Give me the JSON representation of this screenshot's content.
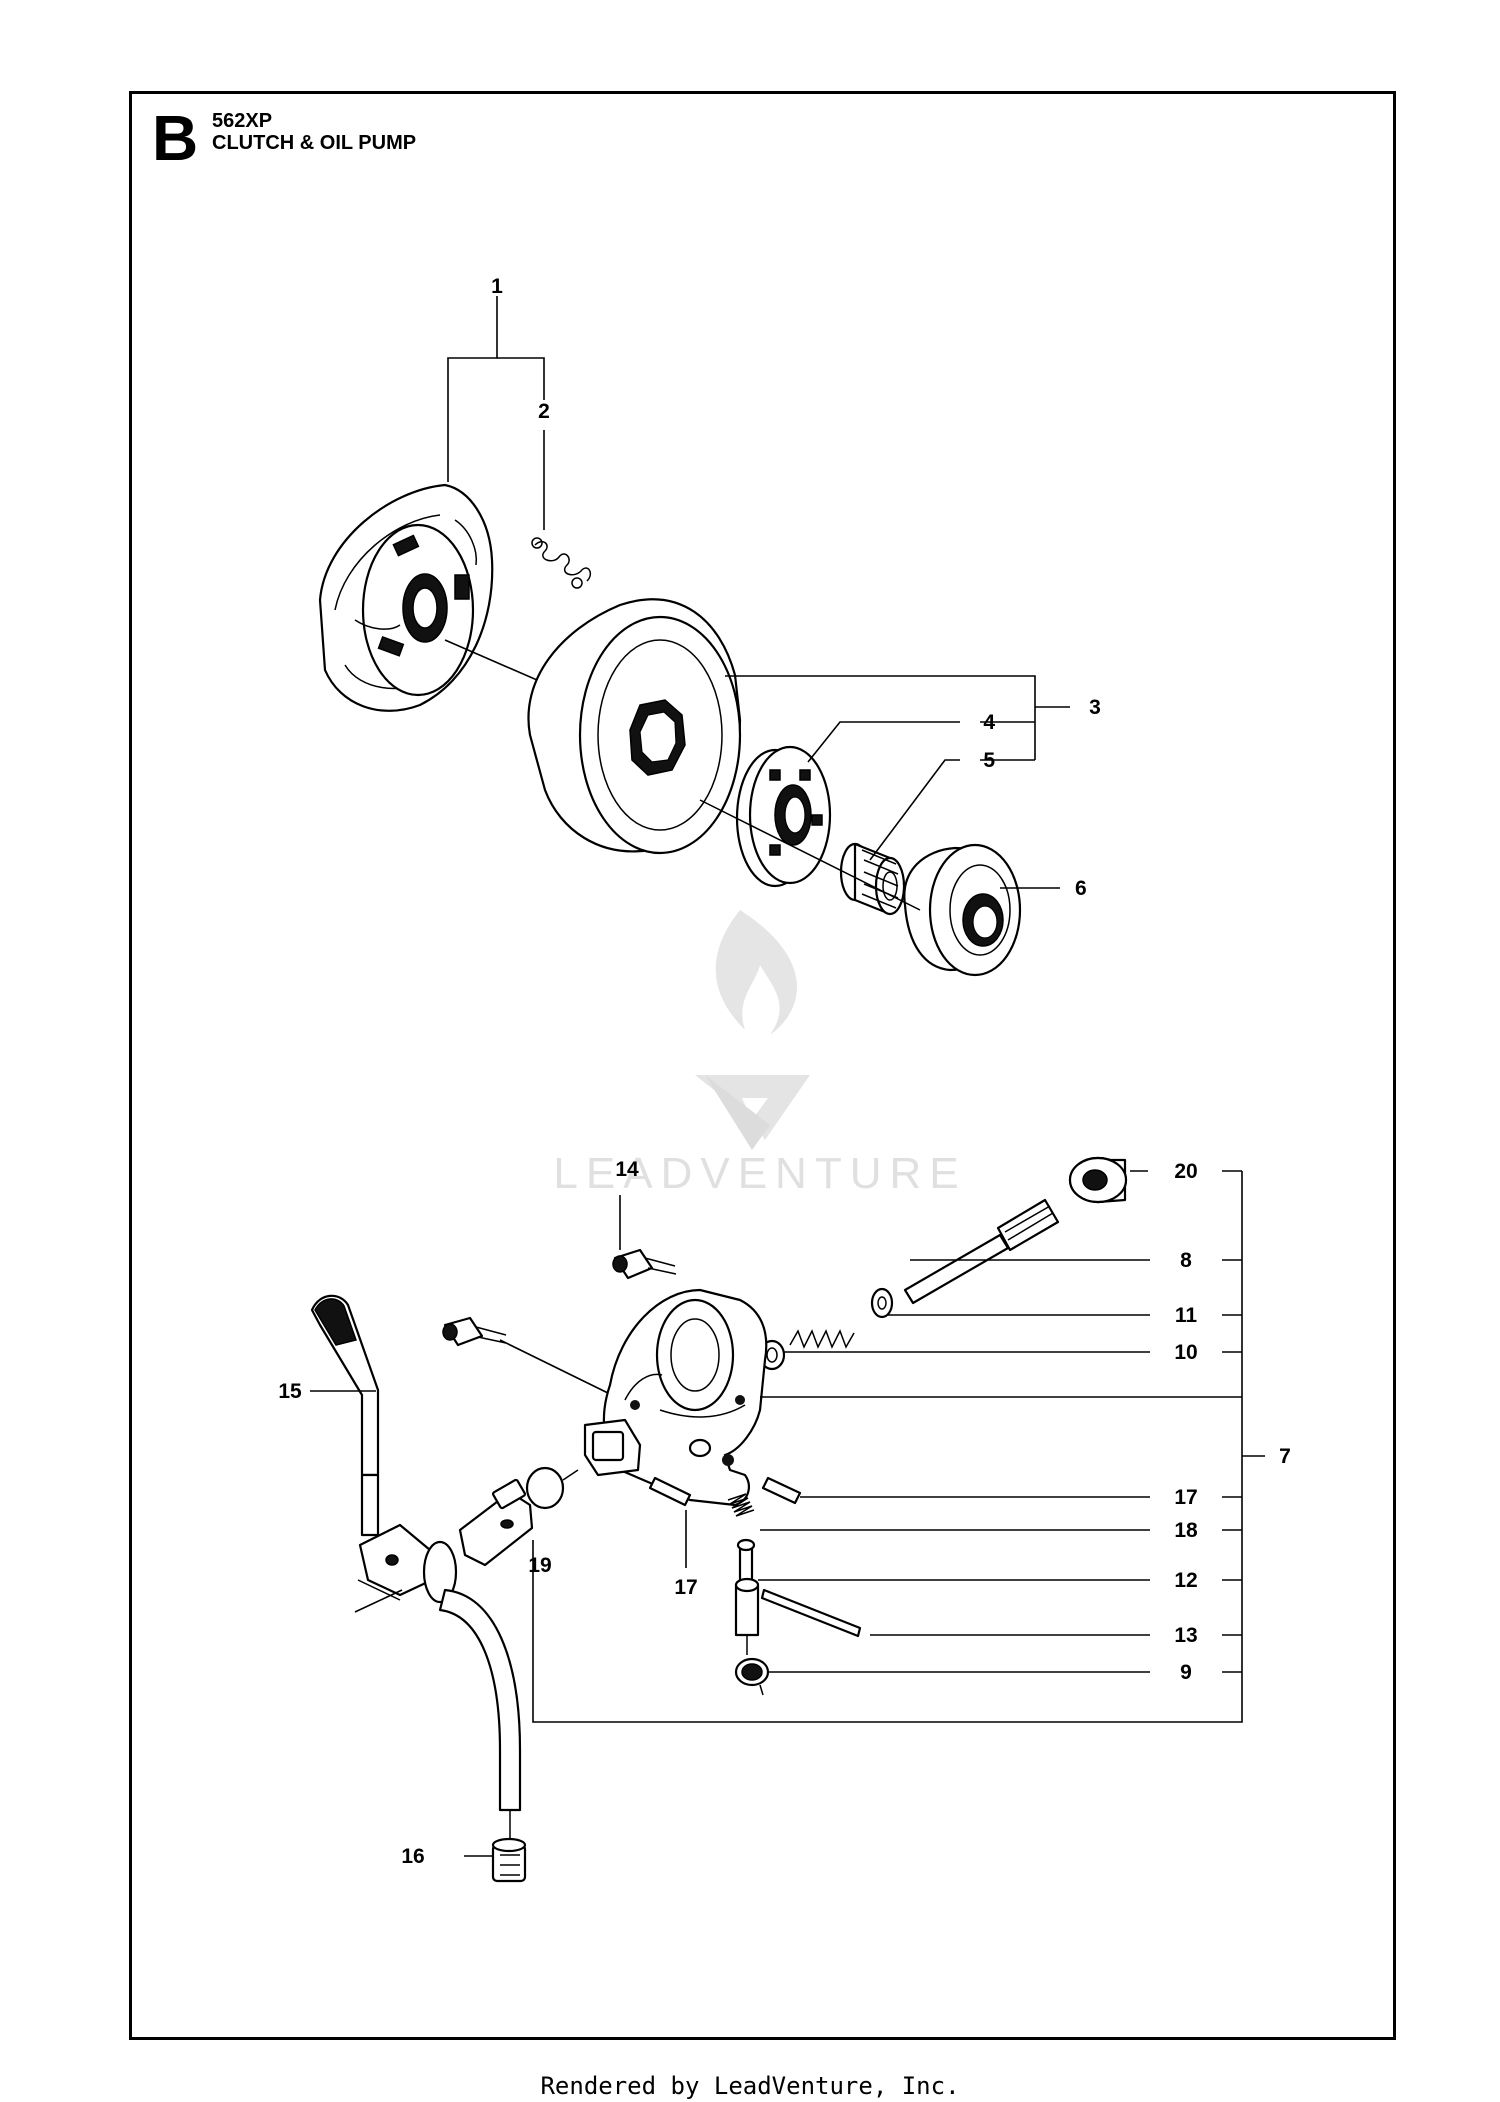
{
  "header": {
    "section_letter": "B",
    "model": "562XP",
    "title": "CLUTCH & OIL PUMP"
  },
  "callouts": {
    "c1": "1",
    "c2": "2",
    "c3": "3",
    "c4": "4",
    "c5": "5",
    "c6": "6",
    "c7": "7",
    "c8": "8",
    "c9": "9",
    "c10": "10",
    "c11": "11",
    "c12": "12",
    "c13": "13",
    "c14": "14",
    "c15": "15",
    "c16": "16",
    "c17a": "17",
    "c17b": "17",
    "c18": "18",
    "c19": "19",
    "c20": "20"
  },
  "watermark": {
    "text": "LEADVENTURE"
  },
  "footer": {
    "text": "Rendered by LeadVenture, Inc."
  }
}
